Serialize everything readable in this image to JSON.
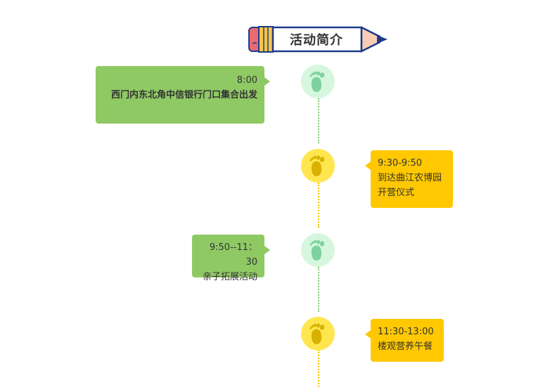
{
  "header": {
    "title": "活动简介"
  },
  "colors": {
    "green_card": "#8fc964",
    "yellow_card": "#ffc800",
    "green_node": "#d6f7dd",
    "green_foot": "#7dd3a0",
    "yellow_node": "#ffe64f",
    "yellow_foot": "#d9b100",
    "pencil_outline": "#1e3a8a",
    "pencil_eraser": "#e86b73",
    "pencil_band": "#f6c64a",
    "pencil_tip_wood": "#f9cdb3"
  },
  "icons": {
    "node_icon": "footprint-icon",
    "header_icon": "pencil-icon"
  },
  "timeline": [
    {
      "time": "8:00",
      "description": "西门内东北角中信银行门口集合出发",
      "side": "left",
      "theme": "green"
    },
    {
      "time": "9:30-9:50",
      "description": "到达曲江农博园开营仪式",
      "side": "right",
      "theme": "yellow"
    },
    {
      "time": "9:50--11：30",
      "description": "亲子拓展活动",
      "side": "left",
      "theme": "green"
    },
    {
      "time": "11:30-13:00",
      "description": "楼观营养午餐",
      "side": "right",
      "theme": "yellow"
    }
  ]
}
